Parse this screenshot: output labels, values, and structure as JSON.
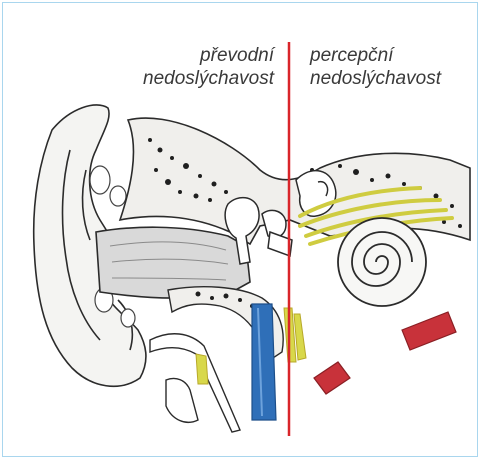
{
  "labels": {
    "conductive_line1": "převodní",
    "conductive_line2": "nedoslýchavost",
    "sensorineural_line1": "percepční",
    "sensorineural_line2": "nedoslýchavost"
  },
  "colors": {
    "divider": "#d9252a",
    "frame": "#a9d6ee",
    "nerve": "#d8d84a",
    "vessel_blue": "#2f6fb8",
    "vessel_red": "#c8323a"
  },
  "icons": {
    "illustration": "ear-anatomy-illustration"
  }
}
